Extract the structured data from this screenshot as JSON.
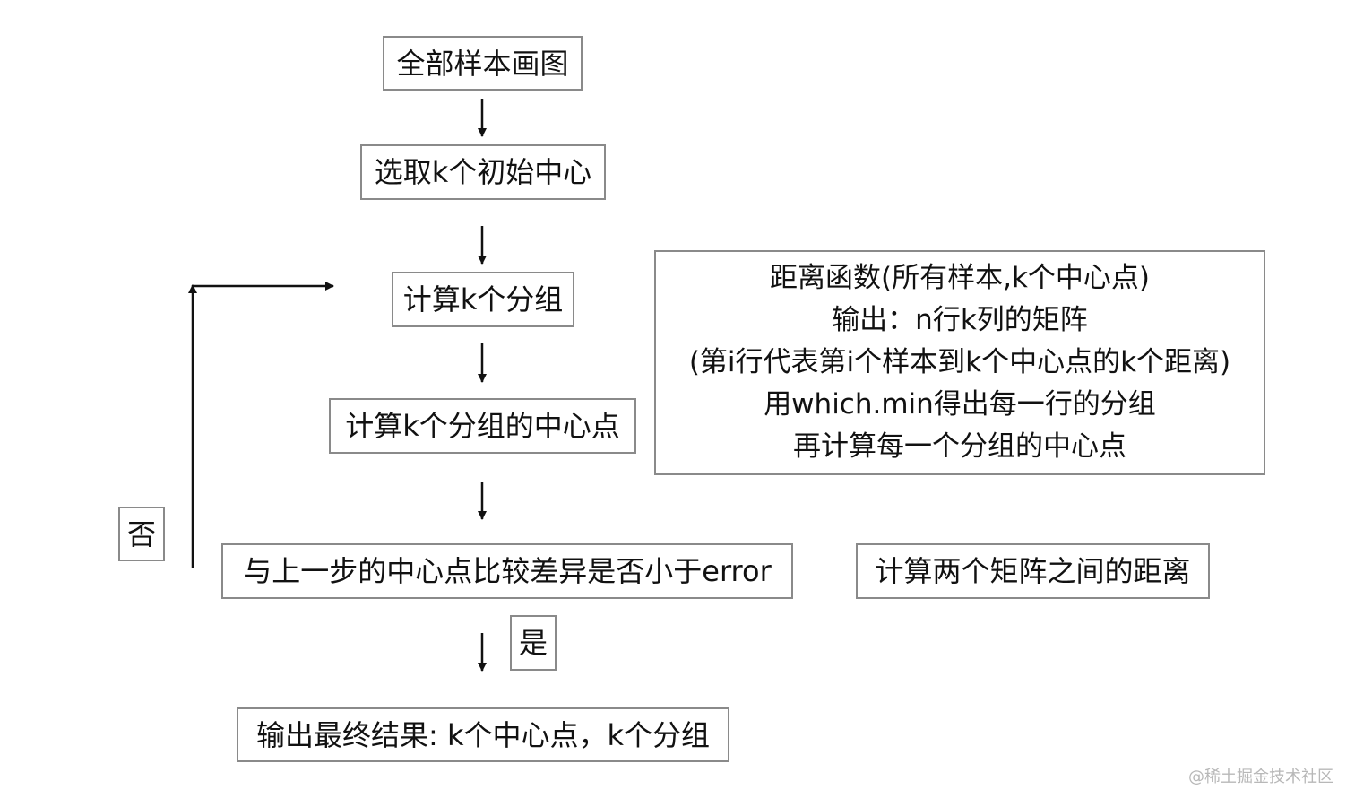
{
  "flow": {
    "step1": "全部样本画图",
    "step2": "选取k个初始中心",
    "step3": "计算k个分组",
    "step4": "计算k个分组的中心点",
    "step5": "与上一步的中心点比较差异是否小于error",
    "step6": "输出最终结果: k个中心点，k个分组"
  },
  "labels": {
    "no": "否",
    "yes": "是"
  },
  "notes": {
    "distance_lines": [
      "距离函数(所有样本,k个中心点)",
      "输出：n行k列的矩阵",
      "(第i行代表第i个样本到k个中心点的k个距离)",
      "用which.min得出每一行的分组",
      "再计算每一个分组的中心点"
    ],
    "matrix_distance": "计算两个矩阵之间的距离"
  },
  "watermark": "@稀土掘金技术社区",
  "colors": {
    "border": "#8a8a8a",
    "arrow": "#111111",
    "text": "#111111",
    "watermark": "#b8b8b8"
  }
}
